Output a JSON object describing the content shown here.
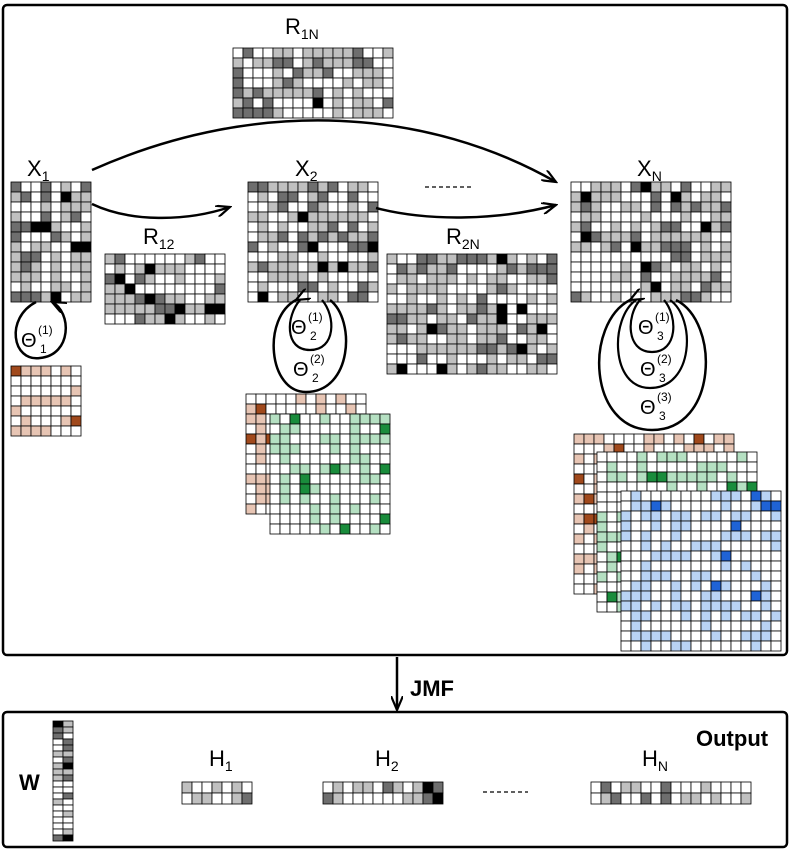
{
  "labels": {
    "x1": "X",
    "x1_sub": "1",
    "x2": "X",
    "x2_sub": "2",
    "xn": "X",
    "xn_sub": "N",
    "r1n": "R",
    "r1n_sub": "1N",
    "r12": "R",
    "r12_sub": "12",
    "r2n": "R",
    "r2n_sub": "2N",
    "theta": "Θ",
    "t11_sub": "1",
    "t11_sup": "(1)",
    "t21_sub": "2",
    "t21_sup": "(1)",
    "t22_sub": "2",
    "t22_sup": "(2)",
    "t31_sub": "3",
    "t31_sup": "(1)",
    "t32_sub": "3",
    "t32_sup": "(2)",
    "t33_sub": "3",
    "t33_sup": "(3)",
    "jmf": "JMF",
    "output": "Output",
    "w": "W",
    "h1": "H",
    "h1_sub": "1",
    "h2": "H",
    "h2_sub": "2",
    "hn": "H",
    "hn_sub": "N"
  },
  "colors": {
    "gray_dark": "#000000",
    "gray_mid": "#6e6e6e",
    "gray_light": "#c0c0c0",
    "brown_dark": "#a0491c",
    "brown_light": "#e7c5b4",
    "green_dark": "#1a8c3c",
    "green_light": "#b5e0c2",
    "blue_dark": "#1f63d6",
    "blue_light": "#b9d3f5"
  }
}
